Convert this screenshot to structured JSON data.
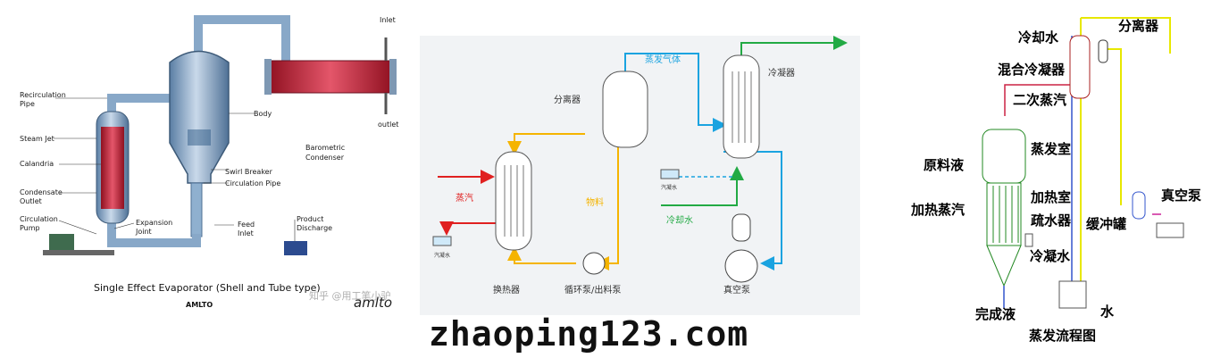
{
  "panel1": {
    "labels": {
      "inlet": "Inlet",
      "outlet": "outlet",
      "recirc": "Recirculation\nPipe",
      "body": "Body",
      "steam_jet": "Steam Jet",
      "calandria": "Calandria",
      "barometric": "Barometric\nCondenser",
      "swirl": "Swirl Breaker",
      "circ_pipe": "Circulation Pipe",
      "cond_outlet": "Condensate\nOutlet",
      "circ_pump": "Circulation\nPump",
      "expansion": "Expansion\nJoint",
      "feed": "Feed\nInlet",
      "product": "Product\nDischarge"
    },
    "title": "Single Effect Evaporator (Shell and Tube type)",
    "brand": "AMLTO",
    "watermark": "知乎 @用工笔小驴",
    "logo": "amlto"
  },
  "panel2": {
    "labels": {
      "vapor": "蒸发气体",
      "separator": "分离器",
      "condenser": "冷凝器",
      "steam": "蒸汽",
      "material": "物料",
      "condensate_left": "汽凝水",
      "condensate_right": "汽凝水",
      "cooling_water": "冷却水",
      "exchanger": "换热器",
      "pump": "循环泵/出料泵",
      "vacuum": "真空泵"
    },
    "colors": {
      "vapor": "#1aa3e0",
      "steam": "#e02020",
      "material": "#f5b400",
      "cooling": "#22aa44"
    }
  },
  "panel3": {
    "labels": {
      "cooling_water": "冷却水",
      "separator": "分离器",
      "mix_condenser": "混合冷凝器",
      "secondary_steam": "二次蒸汽",
      "feed": "原料液",
      "evap_chamber": "蒸发室",
      "heat_steam": "加热蒸汽",
      "heat_chamber": "加热室",
      "trap": "疏水器",
      "buffer": "缓冲罐",
      "vacuum_pump": "真空泵",
      "condensate": "冷凝水",
      "product": "完成液",
      "water": "水",
      "title": "蒸发流程图"
    }
  },
  "footer": {
    "domain_text": "zhaoping123.com"
  }
}
